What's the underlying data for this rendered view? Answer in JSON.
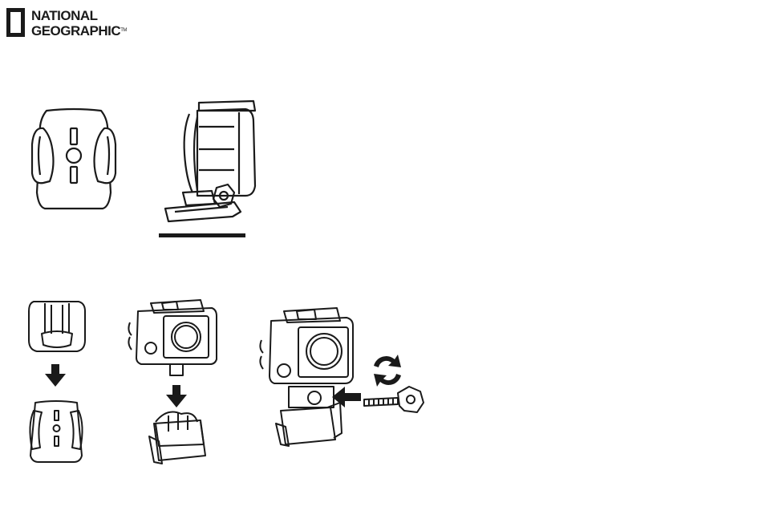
{
  "logo": {
    "line1": "NATIONAL",
    "line2": "GEOGRAPHIC",
    "trademark": "TM"
  },
  "figures": [
    {
      "name": "curved-adhesive-mount"
    },
    {
      "name": "camera-on-mount-side-view"
    },
    {
      "name": "step-clip-into-base"
    },
    {
      "name": "step-housing-onto-mount"
    },
    {
      "name": "step-insert-thumbscrew"
    }
  ],
  "colors": {
    "line": "#1a1a1a",
    "background": "#ffffff"
  }
}
